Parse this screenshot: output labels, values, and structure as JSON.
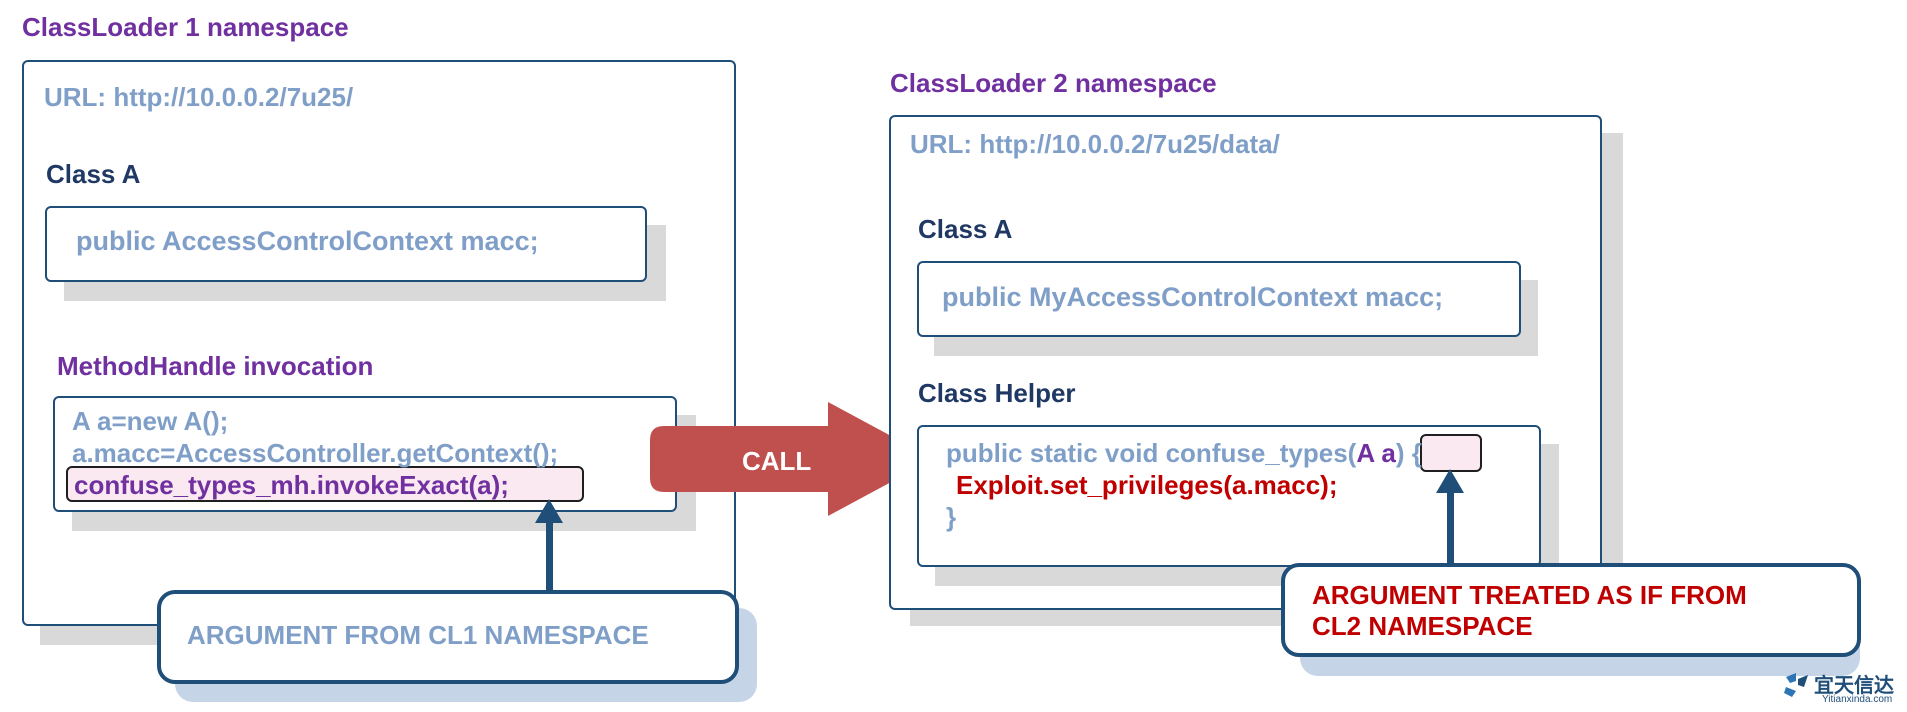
{
  "cl1": {
    "title": "ClassLoader 1 namespace",
    "url": "URL: http://10.0.0.2/7u25/",
    "class_label": "Class A",
    "field_code": "public AccessControlContext macc;",
    "invocation_label": "MethodHandle invocation",
    "invocation_lines": [
      "A a=new A();",
      "a.macc=AccessController.getContext();",
      "confuse_types_mh.invokeExact(a);"
    ]
  },
  "call_label": "CALL",
  "cl2": {
    "title": "ClassLoader 2 namespace",
    "url": "URL: http://10.0.0.2/7u25/data/",
    "class_label": "Class A",
    "field_code": "public MyAccessControlContext macc;",
    "helper_label": "Class Helper",
    "method_prefix": "public static void confuse_types(",
    "method_arg": "A a",
    "method_suffix": ") {",
    "body_line": "Exploit.set_privileges(a.macc);",
    "close_brace": "}"
  },
  "callouts": {
    "left": "ARGUMENT FROM CL1 NAMESPACE",
    "right_line1": "ARGUMENT TREATED AS IF FROM",
    "right_line2": "CL2 NAMESPACE"
  },
  "watermark": {
    "brand": "宜天信达",
    "url": "Yitianxinda.com"
  },
  "colors": {
    "title_purple": "#7030a0",
    "label_navy": "#1f3864",
    "code_steel": "#7f9fc8",
    "exploit_red": "#c00000",
    "arrow_red": "#c0504d",
    "border_navy": "#1f4e79"
  }
}
